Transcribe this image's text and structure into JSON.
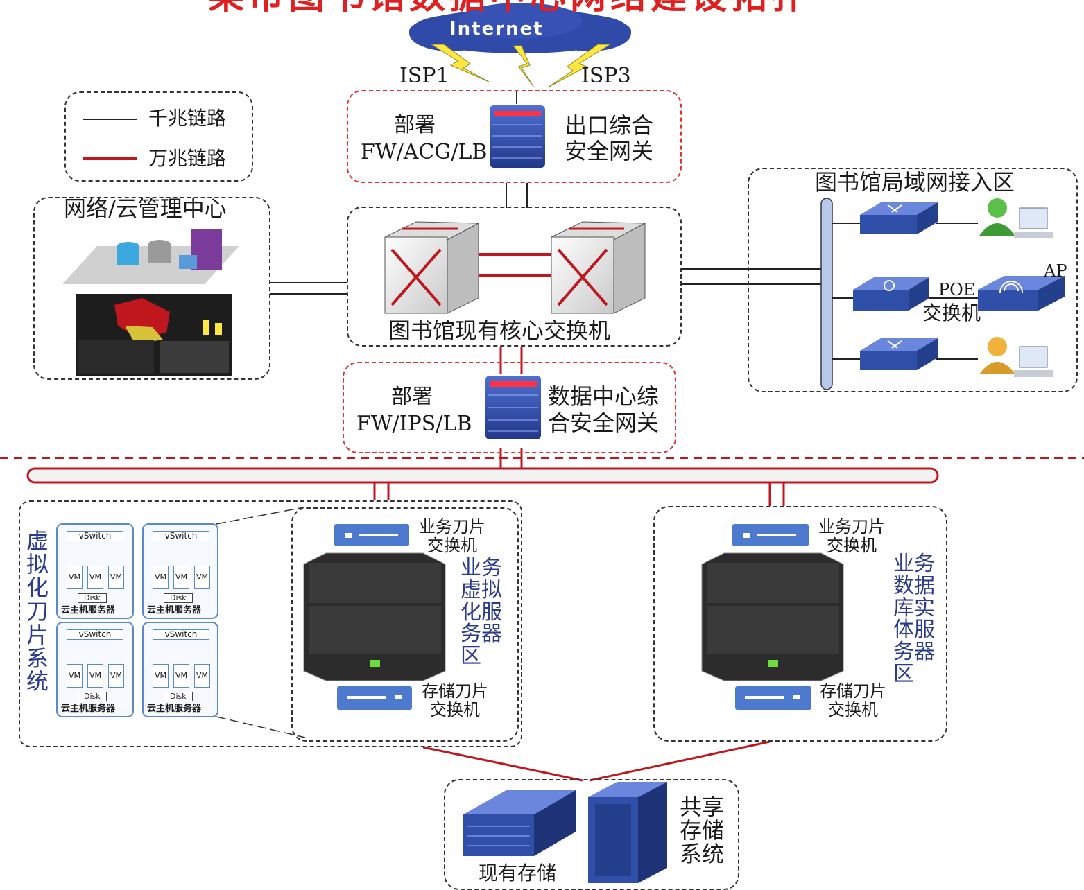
{
  "title": "某市图书馆数据中心网络建设拓扑",
  "internet": "Internet",
  "isp1": "ISP1",
  "isp3": "ISP3",
  "legend": {
    "gigabit": "千兆链路",
    "ten_gigabit": "万兆链路"
  },
  "egress": {
    "deploy": "部署",
    "modules": "FW/ACG/LB",
    "name_line1": "出口综合",
    "name_line2": "安全网关"
  },
  "core": {
    "label": "图书馆现有核心交换机"
  },
  "mgmt": {
    "label": "网络/云管理中心"
  },
  "lan": {
    "label": "图书馆局域网接入区",
    "ap": "AP",
    "poe_line1": "POE",
    "poe_line2": "交换机"
  },
  "dc_gateway": {
    "deploy": "部署",
    "modules": "FW/IPS/LB",
    "name_line1": "数据中心综",
    "name_line2": "合安全网关"
  },
  "virt": {
    "label_chars": [
      "虚",
      "拟",
      "化",
      "刀",
      "片",
      "系",
      "统"
    ],
    "vm_cells": [
      {
        "vswitch": "vSwitch",
        "vms": [
          "VM",
          "VM",
          "VM"
        ],
        "disk": "Disk",
        "host": "云主机服务器"
      },
      {
        "vswitch": "vSwitch",
        "vms": [
          "VM",
          "VM",
          "VM"
        ],
        "disk": "Disk",
        "host": "云主机服务器"
      },
      {
        "vswitch": "vSwitch",
        "vms": [
          "VM",
          "VM",
          "VM"
        ],
        "disk": "Disk",
        "host": "云主机服务器"
      },
      {
        "vswitch": "vSwitch",
        "vms": [
          "VM",
          "VM",
          "VM"
        ],
        "disk": "Disk",
        "host": "云主机服务器"
      }
    ]
  },
  "zone_left": {
    "top_switch_line1": "业务刀片",
    "top_switch_line2": "交换机",
    "bottom_switch_line1": "存储刀片",
    "bottom_switch_line2": "交换机",
    "name_lines": [
      "业务",
      "虚拟",
      "化服",
      "务器",
      "区"
    ]
  },
  "zone_right": {
    "top_switch_line1": "业务刀片",
    "top_switch_line2": "交换机",
    "bottom_switch_line1": "存储刀片",
    "bottom_switch_line2": "交换机",
    "name_lines": [
      "业务",
      "数据",
      "库实",
      "体服",
      "务器",
      "区"
    ]
  },
  "storage": {
    "existing": "现有存储",
    "shared_lines": [
      "共享",
      "存储",
      "系统"
    ]
  },
  "colors": {
    "title": "#e02020",
    "ten_gigabit_link": "#c0161e",
    "gigabit_link": "#222222",
    "device_blue": "#2f4fa8",
    "text_blue": "#2a3a8c"
  }
}
